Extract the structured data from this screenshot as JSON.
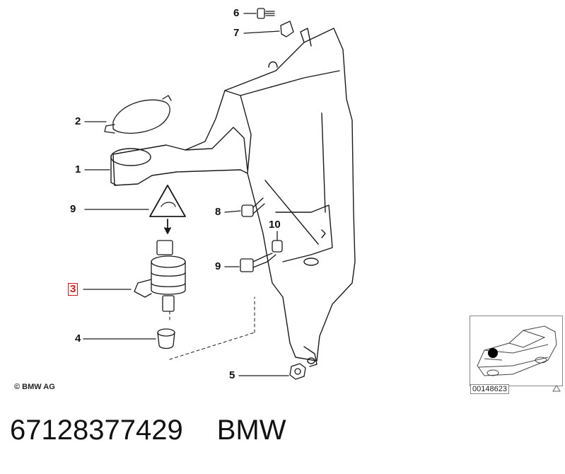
{
  "callouts": {
    "c6": "6",
    "c7": "7",
    "c2": "2",
    "c1": "1",
    "c9a": "9",
    "c8": "8",
    "c10": "10",
    "c9b": "9",
    "c3": "3",
    "c4": "4",
    "c5": "5"
  },
  "copyright": "© BMW AG",
  "thumbnail_id": "00148623",
  "caption": {
    "part_number": "67128377429",
    "brand": "BMW"
  },
  "colors": {
    "highlight": "#d01818",
    "line": "#1a1a1a"
  },
  "icons": [
    "washer-reservoir-icon",
    "warning-triangle-icon",
    "washer-pump-icon",
    "car-thumbnail-icon"
  ]
}
